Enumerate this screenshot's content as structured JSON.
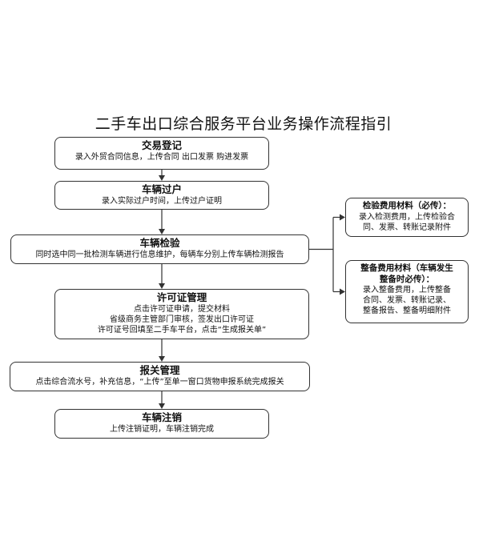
{
  "title": "二手车出口综合服务平台业务操作流程指引",
  "steps": [
    {
      "title": "交易登记",
      "lines": [
        "录入外贸合同信息，上传合同 出口发票  购进发票"
      ]
    },
    {
      "title": "车辆过户",
      "lines": [
        "录入实际过户时间，上传过户证明"
      ]
    },
    {
      "title": "车辆检验",
      "lines": [
        "同时选中同一批检测车辆进行信息维护，每辆车分别上传车辆检测报告"
      ]
    },
    {
      "title": "许可证管理",
      "lines": [
        "点击许可证申请，提交材料",
        "省级商务主管部门审核，签发出口许可证",
        "许可证号回填至二手车平台，点击“生成报关单”"
      ]
    },
    {
      "title": "报关管理",
      "lines": [
        "点击综合流水号，补充信息，“上传”至单一窗口货物申报系统完成报关"
      ]
    },
    {
      "title": "车辆注销",
      "lines": [
        "上传注销证明，车辆注销完成"
      ]
    }
  ],
  "side_boxes": [
    {
      "title": "检验费用材料（必传）：",
      "lines": [
        "录入检测费用，上传检验合",
        "同、发票、转账记录附件"
      ]
    },
    {
      "title_lines": [
        "整备费用材料（车辆发生",
        "整备时必传）："
      ],
      "lines": [
        "录入整备费用，上传整备",
        "合同、发票、转账记录、",
        "整备报告、整备明细附件"
      ]
    }
  ]
}
